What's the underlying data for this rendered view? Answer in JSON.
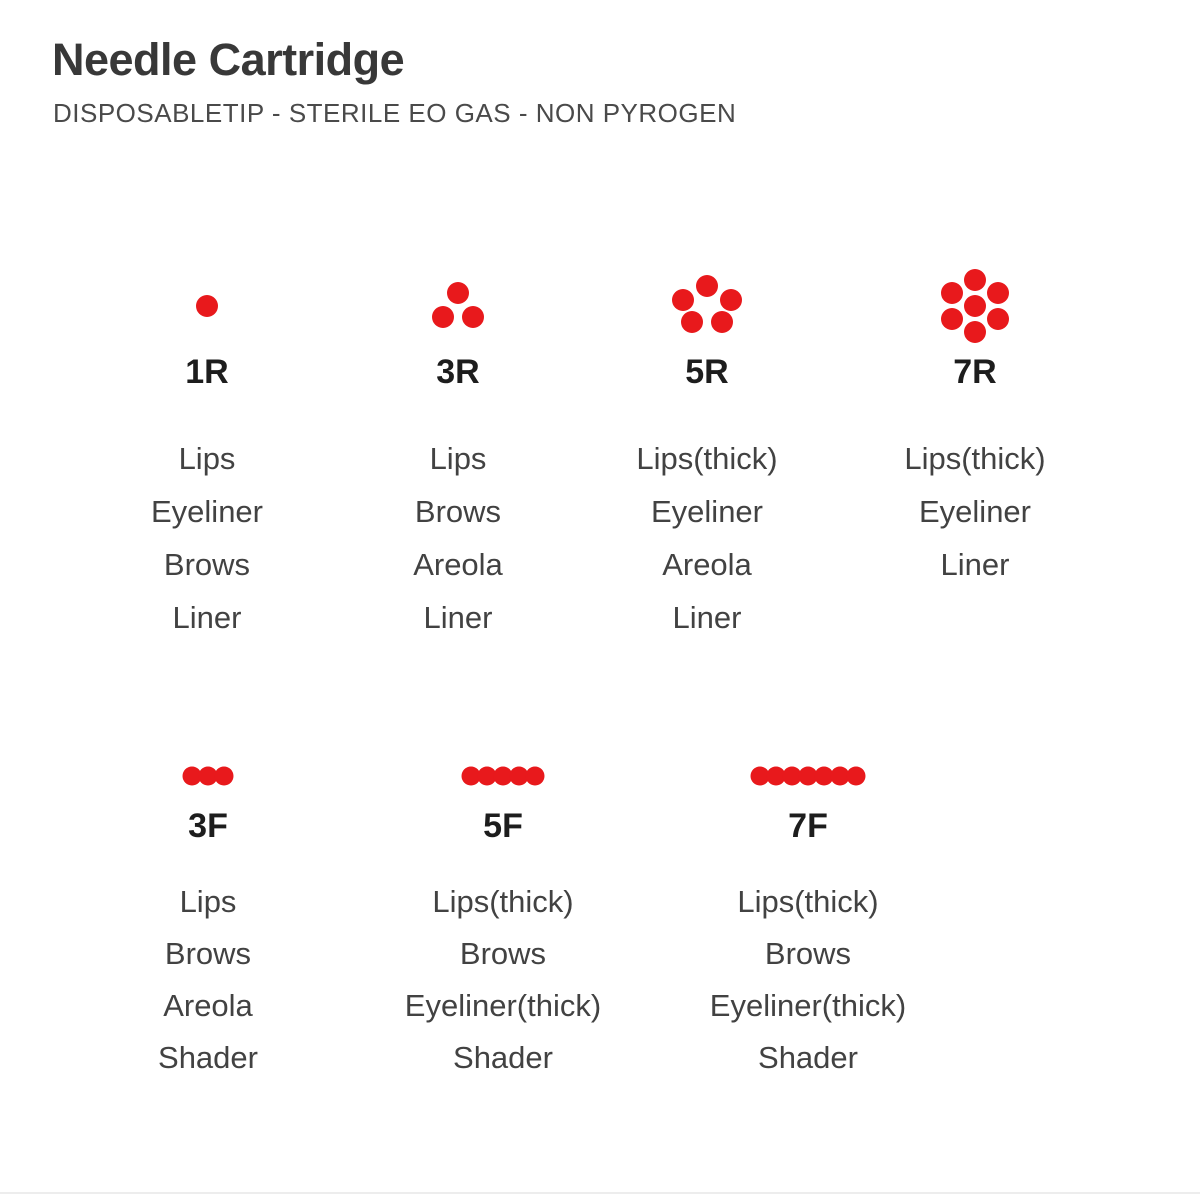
{
  "header": {
    "title": "Needle Cartridge",
    "subtitle": "DISPOSABLETIP - STERILE EO GAS - NON PYROGEN"
  },
  "colors": {
    "dot_red": "#e8191c",
    "title_text": "#383838",
    "body_text": "#424242"
  },
  "cartridges": [
    {
      "code": "1R",
      "type": "round",
      "needles": 1,
      "arrangement": "single",
      "uses": [
        "Lips",
        "Eyeliner",
        "Brows",
        "Liner"
      ]
    },
    {
      "code": "3R",
      "type": "round",
      "needles": 3,
      "arrangement": "triangle",
      "uses": [
        "Lips",
        "Brows",
        "Areola",
        "Liner"
      ]
    },
    {
      "code": "5R",
      "type": "round",
      "needles": 5,
      "arrangement": "ring",
      "uses": [
        "Lips(thick)",
        "Eyeliner",
        "Areola",
        "Liner"
      ]
    },
    {
      "code": "7R",
      "type": "round",
      "needles": 7,
      "arrangement": "ring-center",
      "uses": [
        "Lips(thick)",
        "Eyeliner",
        "Liner"
      ]
    },
    {
      "code": "3F",
      "type": "flat",
      "needles": 3,
      "arrangement": "row",
      "uses": [
        "Lips",
        "Brows",
        "Areola",
        "Shader"
      ]
    },
    {
      "code": "5F",
      "type": "flat",
      "needles": 5,
      "arrangement": "row",
      "uses": [
        "Lips(thick)",
        "Brows",
        "Eyeliner(thick)",
        "Shader"
      ]
    },
    {
      "code": "7F",
      "type": "flat",
      "needles": 7,
      "arrangement": "row",
      "uses": [
        "Lips(thick)",
        "Brows",
        "Eyeliner(thick)",
        "Shader"
      ]
    }
  ]
}
